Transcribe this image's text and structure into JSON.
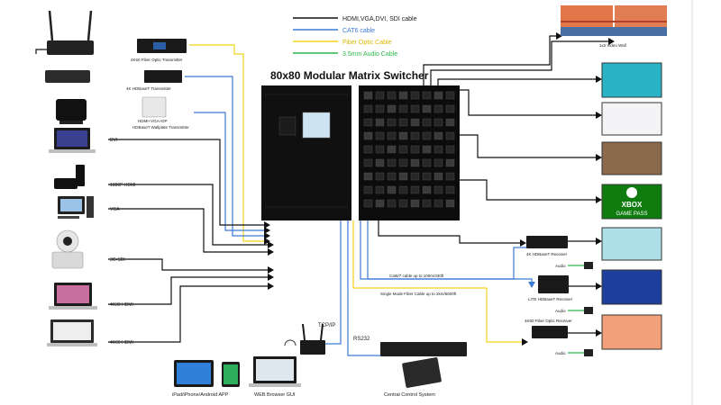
{
  "title": "80x80 Modular Matrix Switcher",
  "legend": [
    {
      "text": "HDMI,VGA,DVI, SDI cable",
      "color": "#111111"
    },
    {
      "text": "CAT6 cable",
      "color": "#3a7bd5"
    },
    {
      "text": "Fiber Optic Cable",
      "color": "#f2d21b"
    },
    {
      "text": "3.5mm Audio Cable",
      "color": "#2db84a"
    }
  ],
  "colors": {
    "hdmi": "#111111",
    "cat6": "#3a7bd5",
    "fiber": "#f2d21b",
    "audio": "#2db84a"
  },
  "sources": {
    "fiber_tx": "4K60 Fiber Optic Transmitter",
    "hdbt_tx": "4K HDBaseT Transmitter",
    "wallplate_ports": "HDMI+VGA+DP",
    "wallplate": "HDBaseT Wallplate Transmitter",
    "dvi": "DVI",
    "hdmi1080": "1080P HDMI",
    "vga": "VGA",
    "sdi": "3G-SDI",
    "hdmi4k30": "4K30 HDMI",
    "hdmi4k60": "4K60 HDMI"
  },
  "outputs": {
    "video_wall": "1x2 Video Wall",
    "xbox_line1": "XBOX",
    "xbox_line2": "GAME PASS",
    "hdbt_rx": "4K HDBaseT Receiver",
    "lite_rx": "LITE HDBaseT Receiver",
    "fiber_rx": "4K60 Fiber Optic Receiver",
    "audio1": "Audio",
    "audio2": "Audio",
    "audio3": "Audio"
  },
  "cables": {
    "cat6_note": "Cat6/7 cable up to 100m/330ft",
    "fiber_note": "Single Mode Fiber Cable up to 2km/6600ft"
  },
  "control": {
    "tcpip": "TCP/IP",
    "rs232": "RS232",
    "app": "iPad/iPhone/Android APP",
    "web": "WEB Browser GUI",
    "central": "Central Control System"
  }
}
